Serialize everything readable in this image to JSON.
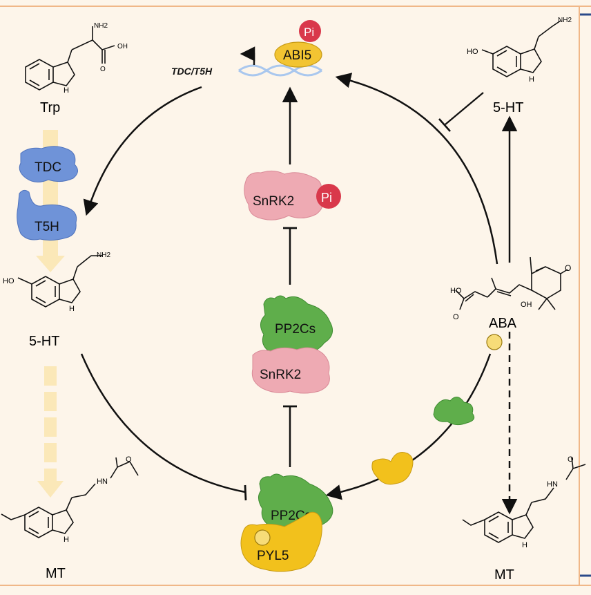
{
  "molecules": {
    "trp": {
      "label": "Trp",
      "nh2": "NH2",
      "cooh": "OH",
      "o": "O",
      "nh": "H"
    },
    "serotonin_left": {
      "label": "5-HT",
      "nh2": "NH2",
      "ho": "HO",
      "nh": "H"
    },
    "melatonin_left": {
      "label": "MT",
      "nh": "HN",
      "o": "O",
      "ring_nh": "H"
    },
    "serotonin_right": {
      "label": "5-HT",
      "nh2": "NH2",
      "ho": "HO",
      "nh": "H"
    },
    "aba": {
      "label": "ABA",
      "ho": "HO",
      "oh": "OH",
      "o": "O",
      "o2": "O"
    },
    "melatonin_right": {
      "label": "MT",
      "nh": "HN",
      "o": "O",
      "ring_nh": "H"
    }
  },
  "enzymes": {
    "tdc": "TDC",
    "t5h": "T5H"
  },
  "proteins": {
    "abi5": "ABI5",
    "pi_abi5": "Pi",
    "gene_label": "TDC/T5H",
    "snrk2_active": "SnRK2",
    "pi_snrk2": "Pi",
    "pp2cs_complex": "PP2Cs",
    "snrk2_complex": "SnRK2",
    "pp2cs_bottom": "PP2Cs",
    "pyl5": "PYL5"
  },
  "colors": {
    "background": "#fdf5ea",
    "frame": "#f0b788",
    "blue_enzyme": "#6f93d8",
    "pink_protein": "#eeaab3",
    "green_protein": "#5fae4b",
    "yellow_protein": "#f2c11c",
    "pi_red": "#d9384b",
    "abi5_yellow": "#f2c432",
    "dna_blue": "#a9c7ee",
    "pathway_arrow": "#fbe8b8"
  }
}
